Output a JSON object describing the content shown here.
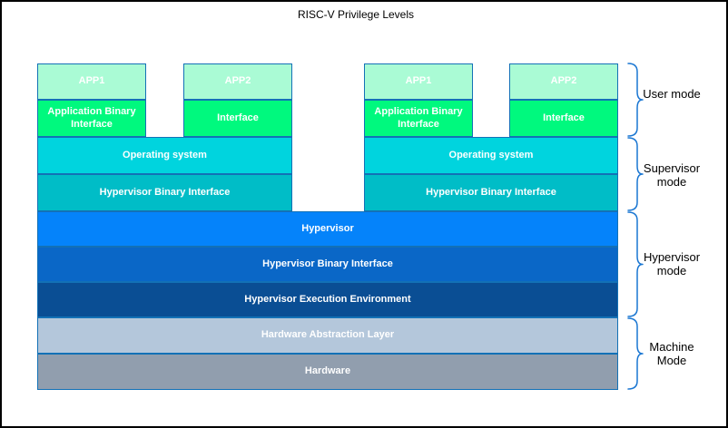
{
  "title": "RISC-V Privilege Levels",
  "stacks": {
    "left": {
      "app1": "APP1",
      "app2": "APP2",
      "abi": "Application Binary Interface",
      "iface": "Interface",
      "os": "Operating system",
      "hbi": "Hypervisor Binary Interface"
    },
    "right": {
      "app1": "APP1",
      "app2": "APP2",
      "abi": "Application Binary Interface",
      "iface": "Interface",
      "os": "Operating system",
      "hbi": "Hypervisor Binary Interface"
    }
  },
  "layers": {
    "hypervisor": "Hypervisor",
    "hbi": "Hypervisor Binary Interface",
    "hee": "Hypervisor Execution Environment",
    "hal": "Hardware Abstraction Layer",
    "hardware": "Hardware"
  },
  "modes": [
    {
      "id": "user",
      "label": "User mode"
    },
    {
      "id": "supervisor",
      "label": "Supervisor mode"
    },
    {
      "id": "hypervisor",
      "label": "Hypervisor mode"
    },
    {
      "id": "machine",
      "label": "Machine Mode"
    }
  ],
  "colors": {
    "app": "#AAFBD5",
    "abi": "#00F97E",
    "os": "#00D4DE",
    "hbi_top": "#00BDC7",
    "hypervisor": "#0583FA",
    "hbi_full": "#0A67C7",
    "hee": "#0A4E94",
    "hal": "#B4C7DB",
    "hardware": "#919EAE",
    "box_border": "#1371B6",
    "brace": "#1976D2",
    "title_text": "#000000"
  }
}
